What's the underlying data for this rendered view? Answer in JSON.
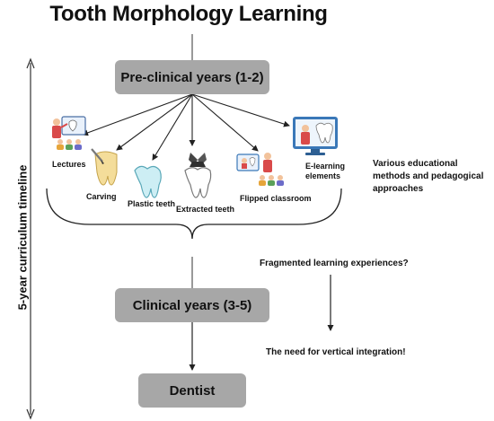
{
  "title": "Tooth Morphology Learning",
  "timeline_label": "5-year curriculum timeline",
  "stages": {
    "preclinical": "Pre-clinical years (1-2)",
    "clinical": "Clinical years (3-5)",
    "dentist": "Dentist"
  },
  "methods": [
    {
      "label": "Lectures",
      "icon": "lecture-icon"
    },
    {
      "label": "Carving",
      "icon": "carving-icon"
    },
    {
      "label": "Plastic teeth",
      "icon": "plastic-tooth-icon"
    },
    {
      "label": "Extracted teeth",
      "icon": "extracted-tooth-icon"
    },
    {
      "label": "Flipped classroom",
      "icon": "flipped-classroom-icon"
    },
    {
      "label": "E-learning elements",
      "icon": "elearning-icon"
    }
  ],
  "annotations": {
    "methods_note": "Various educational methods and pedagogical approaches",
    "fragmented": "Fragmented learning experiences?",
    "integration": "The need for vertical integration!"
  },
  "colors": {
    "stage_box": "#a7a7a7",
    "tooth_fill": "#ffffff",
    "plastic_tooth": "#cdeef4",
    "carving_block": "#f4dd9a",
    "screen_blue": "#3a78b8",
    "figure_red": "#d94a4a"
  }
}
